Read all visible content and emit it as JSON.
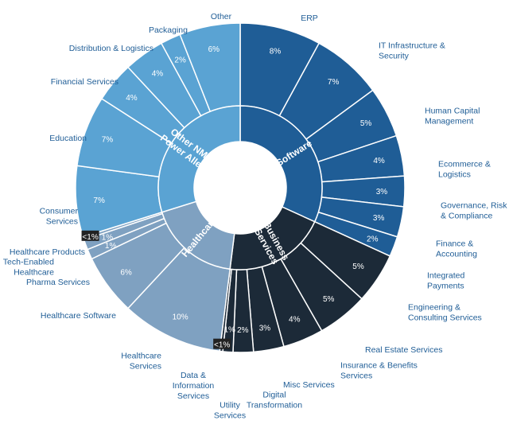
{
  "chart_data": {
    "type": "sunburst",
    "colors": {
      "Software": "#1f5d96",
      "Business Services": "#1c2a38",
      "Healthcare": "#7fa1c1",
      "Other NMC Power Alleys": "#5aa3d3",
      "label_blue": "#1f5d96",
      "label_dark": "#333333"
    },
    "groups": [
      {
        "name": "Software",
        "label_lines": [
          "Software"
        ],
        "segments": [
          {
            "name": "ERP",
            "value": 8,
            "pct": "8%",
            "label_lines": [
              "ERP"
            ]
          },
          {
            "name": "IT Infrastructure & Security",
            "value": 7,
            "pct": "7%",
            "label_lines": [
              "IT Infrastructure &",
              "Security"
            ]
          },
          {
            "name": "Human Capital Management",
            "value": 5,
            "pct": "5%",
            "label_lines": [
              "Human Capital",
              "Management"
            ]
          },
          {
            "name": "Ecommerce & Logistics",
            "value": 4,
            "pct": "4%",
            "label_lines": [
              "Ecommerce &",
              "Logistics"
            ]
          },
          {
            "name": "Governance, Risk & Compliance",
            "value": 3,
            "pct": "3%",
            "label_lines": [
              "Governance, Risk",
              "& Compliance"
            ]
          },
          {
            "name": "Finance & Accounting",
            "value": 3,
            "pct": "3%",
            "label_lines": [
              "Finance &",
              "Accounting"
            ]
          },
          {
            "name": "Integrated Payments",
            "value": 2,
            "pct": "2%",
            "label_lines": [
              "Integrated",
              "Payments"
            ]
          }
        ]
      },
      {
        "name": "Business Services",
        "label_lines": [
          "Business",
          "Services"
        ],
        "segments": [
          {
            "name": "Engineering & Consulting Services",
            "value": 5,
            "pct": "5%",
            "label_lines": [
              "Engineering &",
              "Consulting Services"
            ]
          },
          {
            "name": "Real Estate Services",
            "value": 5,
            "pct": "5%",
            "label_lines": [
              "Real Estate Services"
            ]
          },
          {
            "name": "Insurance & Benefits Services",
            "value": 4,
            "pct": "4%",
            "label_lines": [
              "Insurance & Benefits",
              "Services"
            ]
          },
          {
            "name": "Misc Services",
            "value": 3,
            "pct": "3%",
            "label_lines": [
              "Misc Services"
            ]
          },
          {
            "name": "Digital Transformation",
            "value": 2,
            "pct": "2%",
            "label_lines": [
              "Digital",
              "Transformation"
            ]
          },
          {
            "name": "Utility Services",
            "value": 1,
            "pct": "1%",
            "label_lines": [
              "Utility",
              "Services"
            ]
          },
          {
            "name": "Data & Information Services",
            "value": 0.3,
            "pct": "<1%",
            "label_lines": [
              "Data &",
              "Information",
              "Services"
            ]
          }
        ]
      },
      {
        "name": "Healthcare",
        "label_lines": [
          "Healthcare"
        ],
        "segments": [
          {
            "name": "Healthcare Services",
            "value": 10,
            "pct": "10%",
            "label_lines": [
              "Healthcare",
              "Services"
            ]
          },
          {
            "name": "Healthcare Software",
            "value": 6,
            "pct": "6%",
            "label_lines": [
              "Healthcare Software"
            ]
          },
          {
            "name": "Pharma Services",
            "value": 1,
            "pct": "1%",
            "label_lines": [
              "Pharma Services"
            ]
          },
          {
            "name": "Tech-Enabled Healthcare",
            "value": 1,
            "pct": "1%",
            "label_lines": [
              "Tech-Enabled",
              "Healthcare"
            ]
          },
          {
            "name": "Healthcare Products",
            "value": 0.3,
            "pct": "<1%",
            "label_lines": [
              "Healthcare Products"
            ]
          }
        ]
      },
      {
        "name": "Other NMC Power Alleys",
        "label_lines": [
          "Other NMC",
          "Power Alleys"
        ],
        "segments": [
          {
            "name": "Consumer Services",
            "value": 7,
            "pct": "7%",
            "label_lines": [
              "Consumer",
              "Services"
            ]
          },
          {
            "name": "Education",
            "value": 7,
            "pct": "7%",
            "label_lines": [
              "Education"
            ]
          },
          {
            "name": "Financial Services",
            "value": 4,
            "pct": "4%",
            "label_lines": [
              "Financial Services"
            ]
          },
          {
            "name": "Distribution & Logistics",
            "value": 4,
            "pct": "4%",
            "label_lines": [
              "Distribution & Logistics"
            ]
          },
          {
            "name": "Packaging",
            "value": 2,
            "pct": "2%",
            "label_lines": [
              "Packaging"
            ]
          },
          {
            "name": "Other",
            "value": 6,
            "pct": "6%",
            "label_lines": [
              "Other"
            ]
          }
        ]
      }
    ]
  }
}
